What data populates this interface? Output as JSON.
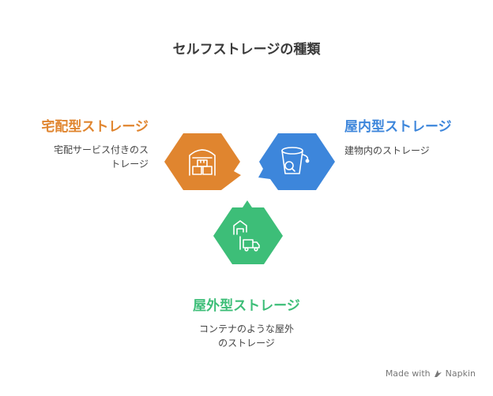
{
  "title": "セルフストレージの種類",
  "nodes": {
    "left": {
      "heading": "宅配型ストレージ",
      "description_lines": [
        "宅配サービス付きのス",
        "トレージ"
      ],
      "color": "#E0852F",
      "icon": "warehouse-boxes-icon"
    },
    "right": {
      "heading": "屋内型ストレージ",
      "description": "建物内のストレージ",
      "color": "#3D86DB",
      "icon": "bucket-search-icon"
    },
    "bottom": {
      "heading": "屋外型ストレージ",
      "description_lines": [
        "コンテナのような屋外",
        "のストレージ"
      ],
      "color": "#3DBE78",
      "icon": "garage-truck-icon"
    }
  },
  "footer": {
    "made_with": "Made with",
    "brand": "Napkin"
  }
}
